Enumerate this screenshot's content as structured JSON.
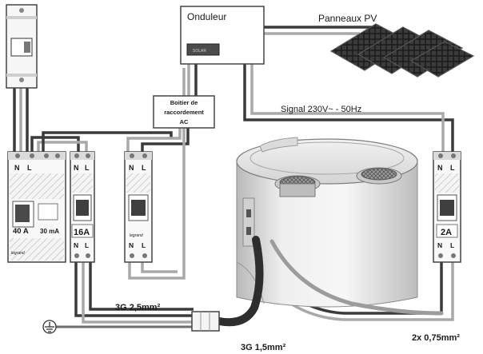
{
  "labels": {
    "inverter": "Onduleur",
    "inverter_screen": "SOLAR",
    "pv_panels": "Panneaux PV",
    "junction_box_line1": "Boitier de",
    "junction_box_line2": "raccordement",
    "junction_box_line3": "AC",
    "signal": "Signal 230V~ - 50Hz",
    "cable_3g25": "3G 2,5mm²",
    "cable_3g15": "3G 1,5mm²",
    "cable_2x075": "2x 0,75mm²"
  },
  "breakers": {
    "differential_rating": "40 A",
    "differential_sensitivity": "30 mA",
    "breaker_main_rating": "16A",
    "breaker_right_rating": "2A",
    "terminal_n": "N",
    "terminal_l": "L",
    "brand": "legrand"
  },
  "colors": {
    "cable_dark": "#3a3a3a",
    "cable_light": "#a9a9a9",
    "device_stroke": "#444444",
    "tank_body": "#e4e4e4"
  }
}
